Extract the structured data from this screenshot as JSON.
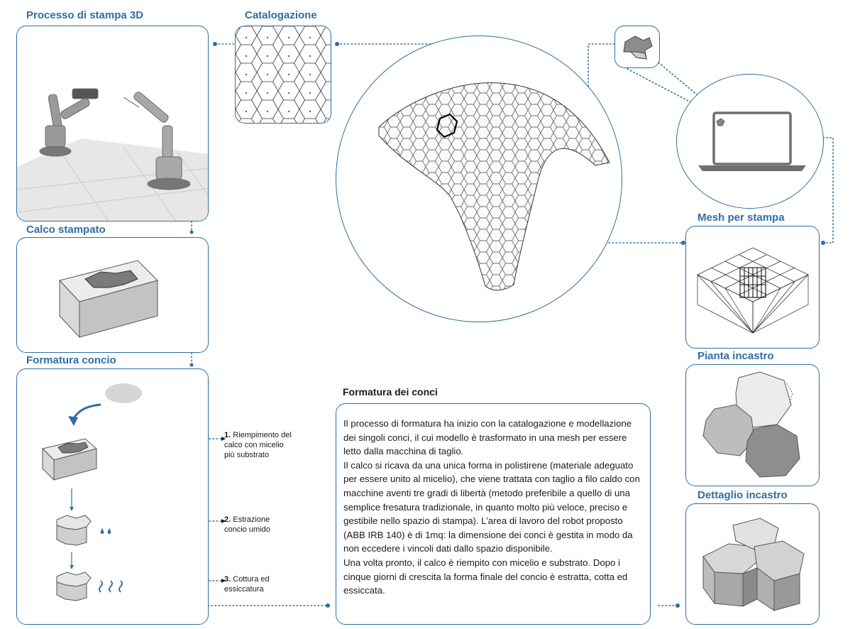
{
  "panels": {
    "stampa3d": {
      "title": "Processo di stampa 3D"
    },
    "catalogazione": {
      "title": "Catalogazione"
    },
    "calco": {
      "title": "Calco stampato"
    },
    "formatura": {
      "title": "Formatura concio"
    },
    "mesh": {
      "title": "Mesh per stampa"
    },
    "pianta": {
      "title": "Pianta incastro"
    },
    "dettaglio": {
      "title": "Dettaglio incastro"
    }
  },
  "steps": [
    {
      "num": "1.",
      "text": "Riempimento del calco con micelio più substrato"
    },
    {
      "num": "2.",
      "text": "Estrazione concio umido"
    },
    {
      "num": "3.",
      "text": "Cottura ed essiccatura"
    }
  ],
  "text_panel": {
    "heading": "Formatura dei conci",
    "paragraphs": [
      "Il processo di formatura ha inizio con la catalogazione e modellazione dei singoli conci, il cui modello è trasformato in una mesh per essere letto dalla macchina di taglio.",
      "Il calco si ricava da una unica forma in polistirene (materiale adeguato per essere unito al micelio), che viene trattata con taglio a filo caldo con macchine aventi tre gradi di libertà (metodo preferibile a quello di una semplice fresatura tradizionale, in quanto molto più veloce, preciso e gestibile nello spazio di stampa). L’area di lavoro del robot proposto (ABB IRB 140) è di 1mq: la dimensione dei conci è gestita in modo da non eccedere i vincoli dati dallo spazio disponibile.",
      "Una volta pronto, il calco è riempito con micelio e substrato. Dopo i cinque giorni di crescita la forma finale del concio è estratta, cotta ed essiccata."
    ]
  },
  "colors": {
    "accent": "#2f6ea5",
    "drop": "#2f6ea5"
  }
}
